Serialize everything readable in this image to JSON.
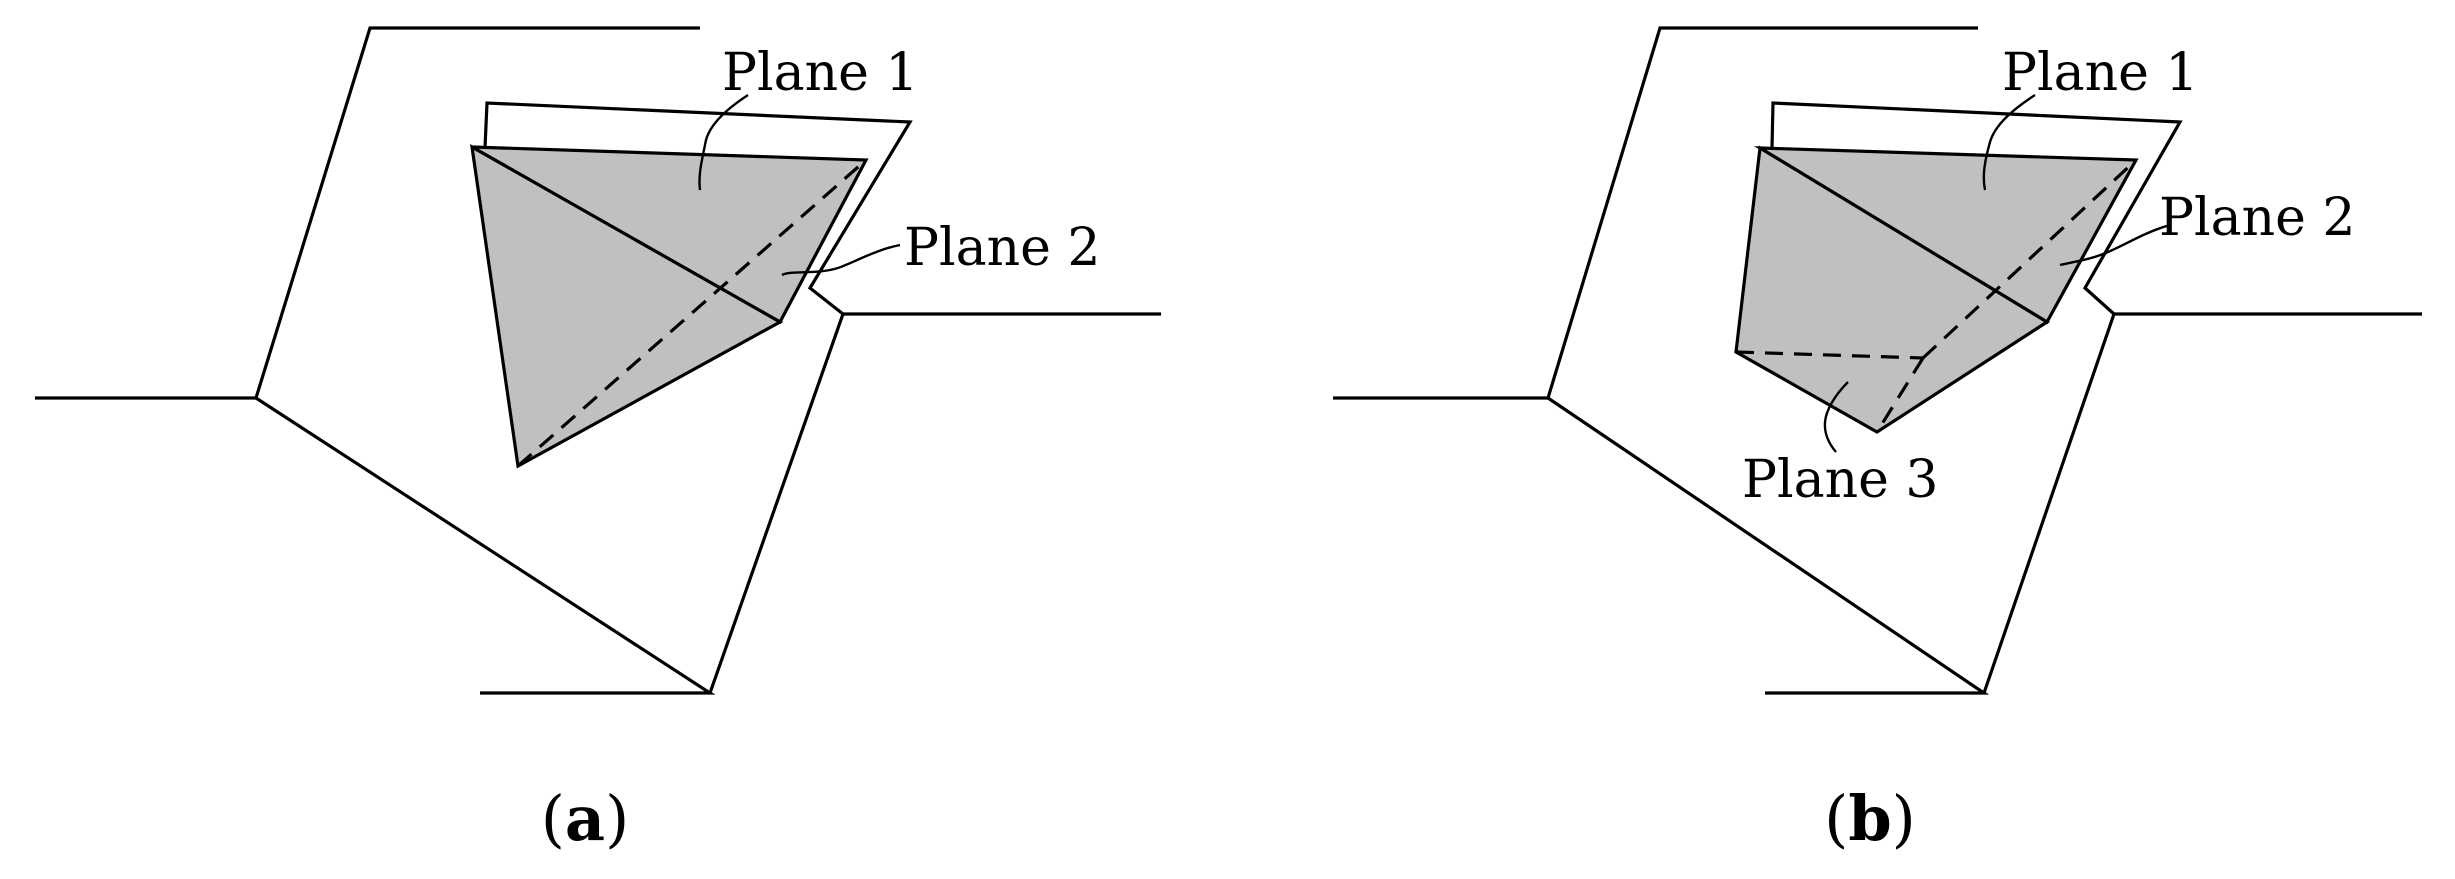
{
  "panels": [
    {
      "id": "a",
      "caption_open": "(",
      "caption_letter": "a",
      "caption_close": ")",
      "labels": {
        "plane1": "Plane 1",
        "plane2": "Plane 2"
      }
    },
    {
      "id": "b",
      "caption_open": "(",
      "caption_letter": "b",
      "caption_close": ")",
      "labels": {
        "plane1": "Plane 1",
        "plane2": "Plane 2",
        "plane3": "Plane 3"
      }
    }
  ],
  "colors": {
    "face_fill": "#c0c0c0",
    "stroke": "#000000"
  }
}
